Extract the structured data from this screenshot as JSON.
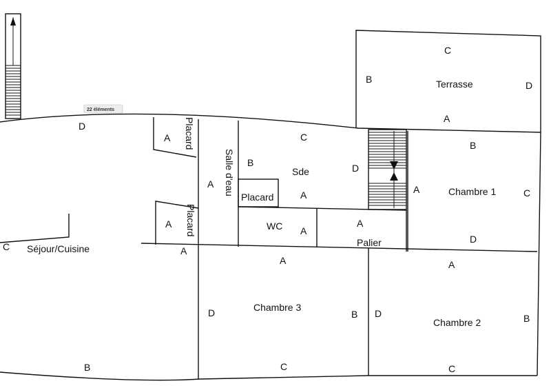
{
  "badge": {
    "count_label": "22 éléments"
  },
  "rooms": {
    "terrasse": "Terrasse",
    "chambre1": "Chambre 1",
    "chambre2": "Chambre 2",
    "chambre3": "Chambre 3",
    "sejour": "Séjour/Cuisine",
    "sde": "Sde",
    "salle_eau": "Salle d'eau",
    "wc": "WC",
    "palier": "Palier",
    "placard_top": "Placard",
    "placard_bottom": "Placard",
    "placard_sde": "Placard"
  },
  "walls": {
    "terrasse": {
      "a": "A",
      "b": "B",
      "c": "C",
      "d": "D"
    },
    "chambre1": {
      "a": "A",
      "b": "B",
      "c": "C",
      "d": "D"
    },
    "chambre2": {
      "a": "A",
      "b": "B",
      "c": "C",
      "d": "D"
    },
    "chambre3": {
      "a": "A",
      "b": "B",
      "c": "C",
      "d": "D"
    },
    "sejour": {
      "a": "A",
      "b": "B",
      "c": "C",
      "d": "D"
    },
    "sde": {
      "a": "A",
      "b": "B",
      "c": "C",
      "d": "D"
    },
    "salle_eau": {
      "a": "A"
    },
    "wc": {
      "a": "A"
    },
    "palier": {
      "a": "A"
    },
    "placard_top": {
      "a": "A"
    },
    "placard_bottom": {
      "a": "A"
    }
  }
}
